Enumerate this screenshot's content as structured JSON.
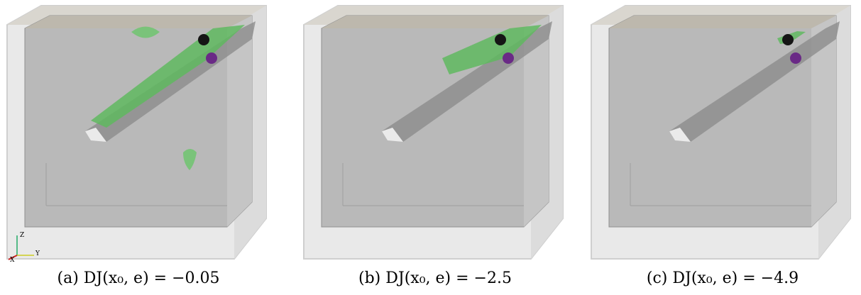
{
  "figure": {
    "panels": [
      {
        "label": "(a)",
        "expr": "DJ(x₀, e) = −0.05",
        "value": "−0.05",
        "green_extent": "large"
      },
      {
        "label": "(b)",
        "expr": "DJ(x₀, e) = −2.5",
        "value": "−2.5",
        "green_extent": "medium"
      },
      {
        "label": "(c)",
        "expr": "DJ(x₀, e) = −4.9",
        "value": "−4.9",
        "green_extent": "small"
      }
    ],
    "triad": {
      "z": "Z",
      "y": "Y",
      "x": "X"
    },
    "colors": {
      "box_outer": "#d6d6d6",
      "box_inner": "#a9a9a9",
      "fault": "#9a9a9a",
      "green": "#5fb85f",
      "sphere_black": "#151515",
      "sphere_purple": "#6a2a86"
    }
  }
}
